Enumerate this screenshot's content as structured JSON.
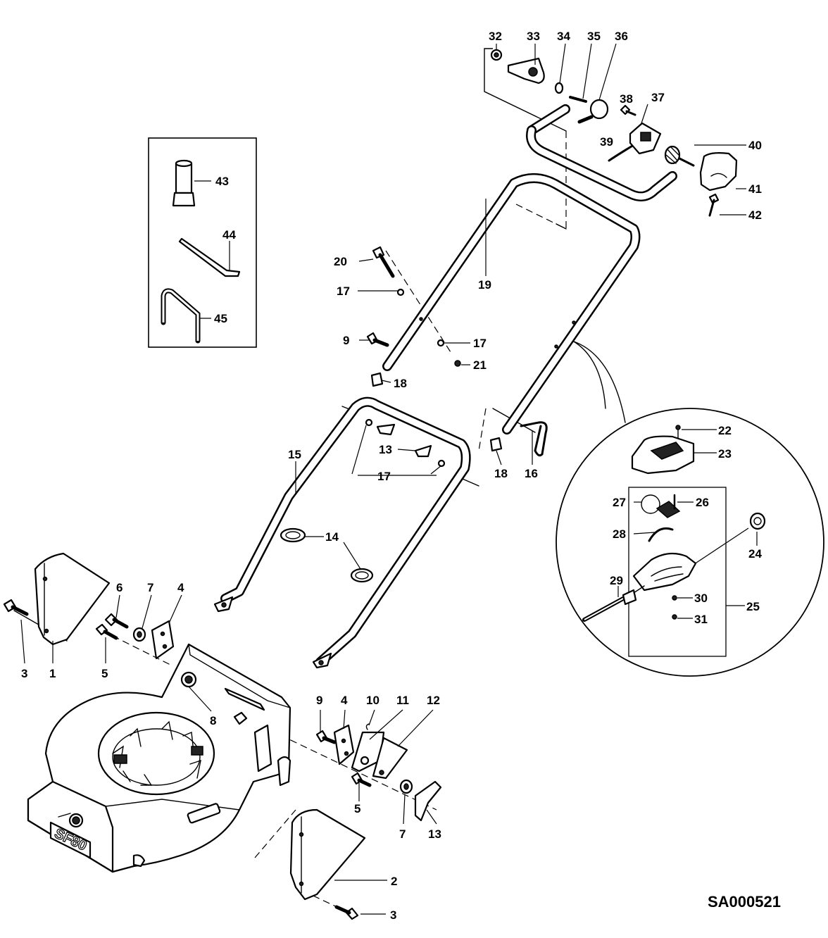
{
  "drawing_code": "SA000521",
  "deck_marking": "SF80",
  "callouts": {
    "c1": "1",
    "c2": "2",
    "c3a": "3",
    "c3b": "3",
    "c4a": "4",
    "c4b": "4",
    "c5a": "5",
    "c5b": "5",
    "c6": "6",
    "c7a": "7",
    "c7b": "7",
    "c8": "8",
    "c9a": "9",
    "c9b": "9",
    "c10": "10",
    "c11": "11",
    "c12": "12",
    "c13a": "13",
    "c13b": "13",
    "c14": "14",
    "c15": "15",
    "c16": "16",
    "c17a": "17",
    "c17b": "17",
    "c17c": "17",
    "c18a": "18",
    "c18b": "18",
    "c19": "19",
    "c20": "20",
    "c21": "21",
    "c22": "22",
    "c23": "23",
    "c24": "24",
    "c25": "25",
    "c26": "26",
    "c27": "27",
    "c28": "28",
    "c29": "29",
    "c30": "30",
    "c31": "31",
    "c32": "32",
    "c33": "33",
    "c34": "34",
    "c35": "35",
    "c36": "36",
    "c37": "37",
    "c38": "38",
    "c39": "39",
    "c40": "40",
    "c41": "41",
    "c42": "42",
    "c43": "43",
    "c44": "44",
    "c45": "45"
  }
}
